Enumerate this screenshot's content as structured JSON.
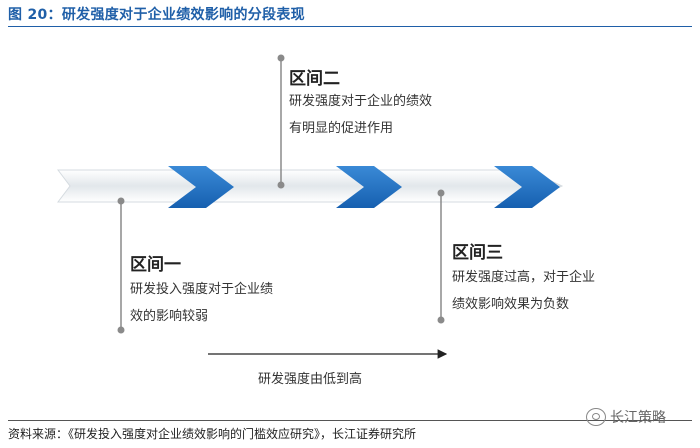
{
  "figure": {
    "title": "图 20：研发强度对于企业绩效影响的分段表现"
  },
  "zones": [
    {
      "heading": "区间一",
      "text_line1": "研发投入强度对于企业绩",
      "text_line2": "效的影响较弱"
    },
    {
      "heading": "区间二",
      "text_line1": "研发强度对于企业的绩效",
      "text_line2": "有明显的促进作用"
    },
    {
      "heading": "区间三",
      "text_line1": "研发强度过高，对于企业",
      "text_line2": "绩效影响效果为负数"
    }
  ],
  "axis_label": "研发强度由低到高",
  "source": "资料来源：《研发投入强度对企业绩效影响的门槛效应研究》，长江证券研究所",
  "watermark": "长江策略",
  "colors": {
    "title_blue": "#1f5fa8",
    "chevron_blue": "#1f72c4",
    "band_gray": "#e8ecef",
    "connector_gray": "#8a8a8a"
  }
}
